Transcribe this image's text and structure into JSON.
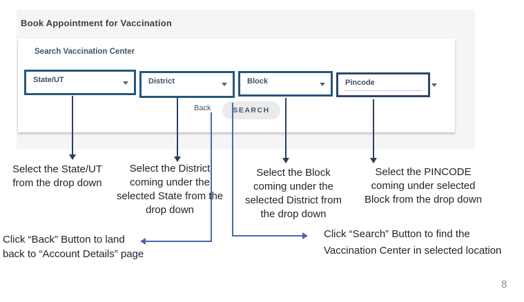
{
  "screenshot": {
    "title": "Book Appointment for Vaccination",
    "card": {
      "heading": "Search Vaccination Center",
      "dropdowns": {
        "state": "State/UT",
        "district": "District",
        "block": "Block",
        "pincode": "Pincode"
      },
      "back_label": "Back",
      "search_label": "SEARCH"
    }
  },
  "annotations": {
    "state": [
      "Select the State/UT",
      "from the drop down"
    ],
    "district": [
      "Select the District",
      "coming under the",
      "selected State from the",
      "drop down"
    ],
    "block": [
      "Select the Block",
      "coming under the",
      "selected District from",
      "the drop down"
    ],
    "pincode": [
      "Select the PINCODE",
      "coming under selected",
      "Block from the drop down"
    ],
    "back": [
      "Click “Back” Button to land",
      "back to “Account Details” page"
    ],
    "search": [
      "Click “Search” Button to find the",
      "Vaccination Center in selected location"
    ]
  },
  "page_number": "8",
  "colors": {
    "dropdown_border": "#27567c",
    "arrow_dark": "#2c3d60",
    "arrow_blue": "#4668ab",
    "search_pill_bg": "#ebebee",
    "screenshot_bg": "#f5f5f6"
  }
}
